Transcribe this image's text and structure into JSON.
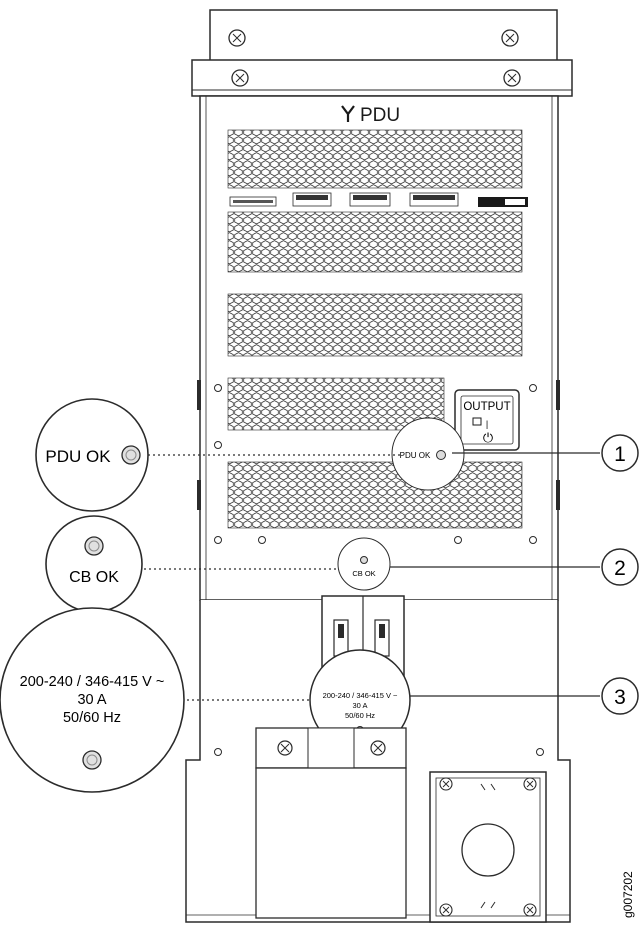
{
  "panel_title": "PDU",
  "output_label": "OUTPUT",
  "output_switch_mark": "|",
  "standby_symbol": "⏻",
  "leds": {
    "pdu_ok_label": "PDU OK",
    "cb_ok_label": "CB OK"
  },
  "rating": {
    "voltage": "200-240 / 346-415 V ~",
    "current": "30 A",
    "frequency": "50/60 Hz"
  },
  "callouts": [
    "1",
    "2",
    "3"
  ],
  "figure_id": "g007202",
  "colors": {
    "line": "#2b2b2b",
    "panel": "#ffffff",
    "led": "#dcdcdc"
  }
}
